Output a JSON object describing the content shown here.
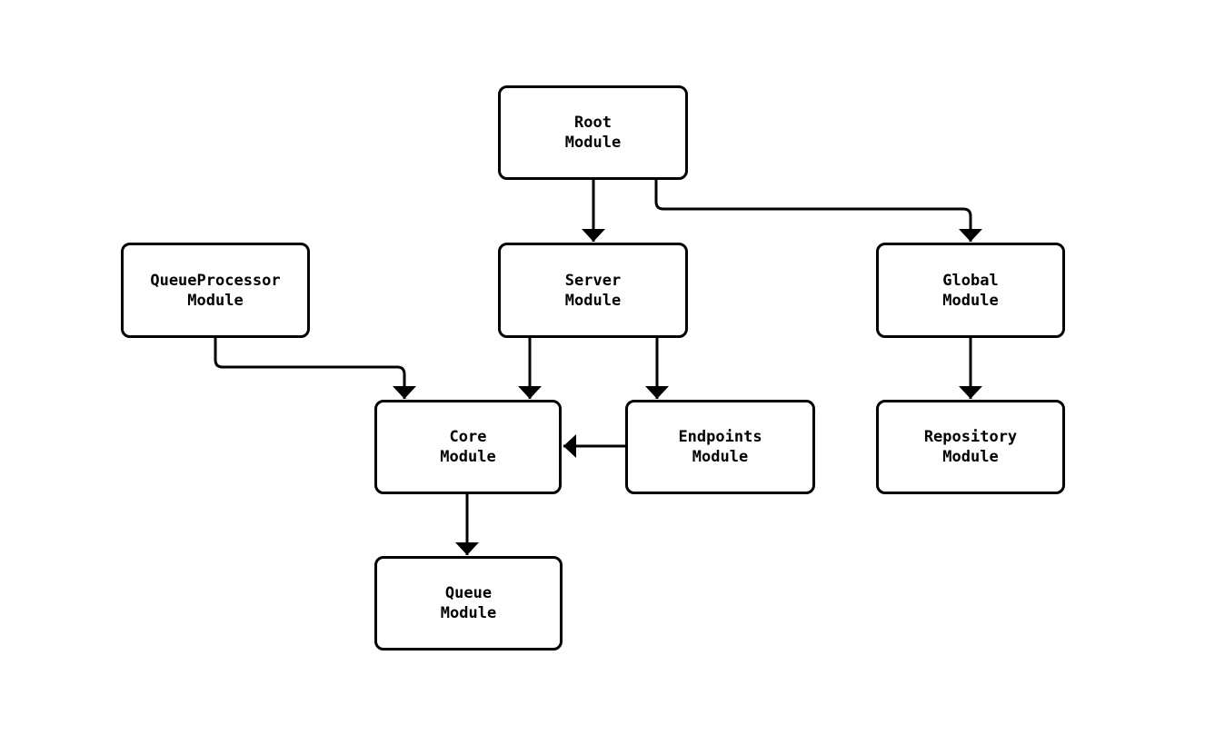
{
  "diagram": {
    "type": "module-dependency-flowchart",
    "background_color": "#ffffff",
    "stroke_color": "#000000",
    "node_fill": "#ffffff",
    "node_text_color": "#000000",
    "nodes": [
      {
        "id": "root",
        "label": "Root\nModule"
      },
      {
        "id": "queueprocessor",
        "label": "QueueProcessor\nModule"
      },
      {
        "id": "server",
        "label": "Server\nModule"
      },
      {
        "id": "global",
        "label": "Global\nModule"
      },
      {
        "id": "core",
        "label": "Core\nModule"
      },
      {
        "id": "endpoints",
        "label": "Endpoints\nModule"
      },
      {
        "id": "repository",
        "label": "Repository\nModule"
      },
      {
        "id": "queue",
        "label": "Queue\nModule"
      }
    ],
    "edges": [
      {
        "from": "root",
        "to": "server"
      },
      {
        "from": "root",
        "to": "global"
      },
      {
        "from": "queueprocessor",
        "to": "core"
      },
      {
        "from": "server",
        "to": "core"
      },
      {
        "from": "server",
        "to": "endpoints"
      },
      {
        "from": "endpoints",
        "to": "core"
      },
      {
        "from": "global",
        "to": "repository"
      },
      {
        "from": "core",
        "to": "queue"
      }
    ]
  }
}
